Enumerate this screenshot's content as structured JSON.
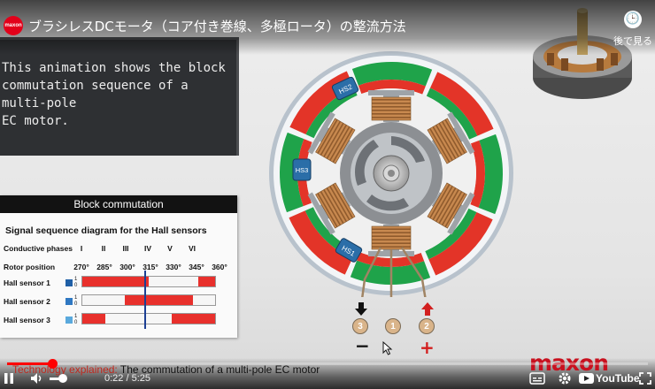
{
  "video": {
    "title": "ブラシレスDCモータ（コア付き巻線、多極ロータ）の整流方法",
    "channel_logo_text": "maxon",
    "watch_later_label": "後で見る",
    "watch_later_icon": "clock-icon"
  },
  "slide": {
    "chalkboard_lines": [
      "This animation shows the block",
      "commutation sequence of a multi-pole",
      "EC motor."
    ],
    "block_panel": {
      "header": "Block commutation",
      "title": "Signal sequence diagram for the Hall sensors",
      "phases_label": "Conductive phases",
      "phases": [
        "I",
        "II",
        "III",
        "IV",
        "V",
        "VI"
      ],
      "rotor_label": "Rotor position",
      "rotor_positions": [
        "270°",
        "285°",
        "300°",
        "315°",
        "330°",
        "345°",
        "360°"
      ],
      "sensors": [
        {
          "label": "Hall sensor 1",
          "color": "#1f5fa6",
          "segments": [
            [
              0.0,
              0.5
            ],
            [
              0.87,
              1.0
            ]
          ]
        },
        {
          "label": "Hall sensor 2",
          "color": "#2f78c2",
          "segments": [
            [
              0.32,
              0.83
            ]
          ]
        },
        {
          "label": "Hall sensor 3",
          "color": "#5aa9dd",
          "segments": [
            [
              0.0,
              0.17
            ],
            [
              0.67,
              1.0
            ]
          ]
        }
      ],
      "bit_high": "1",
      "bit_low": "0"
    },
    "motor": {
      "hall_labels": [
        "HS2",
        "HS3",
        "HS1"
      ],
      "wire_numbers": [
        "3",
        "1",
        "2"
      ],
      "minus": "−",
      "plus": "+"
    },
    "caption_lead": "Technology explained:",
    "caption_rest": " The commutation of a multi-pole EC motor",
    "brand": "maxon"
  },
  "player": {
    "progress": 0.07,
    "time_current": "0:22",
    "time_total": "5:25",
    "time_separator": " / ",
    "brand": "YouTube",
    "icons": [
      "pause-icon",
      "volume-icon",
      "subtitles-icon",
      "settings-icon",
      "fullscreen-icon"
    ],
    "colors": {
      "accent": "#ff0000",
      "maxon_red": "#c8101e"
    }
  }
}
